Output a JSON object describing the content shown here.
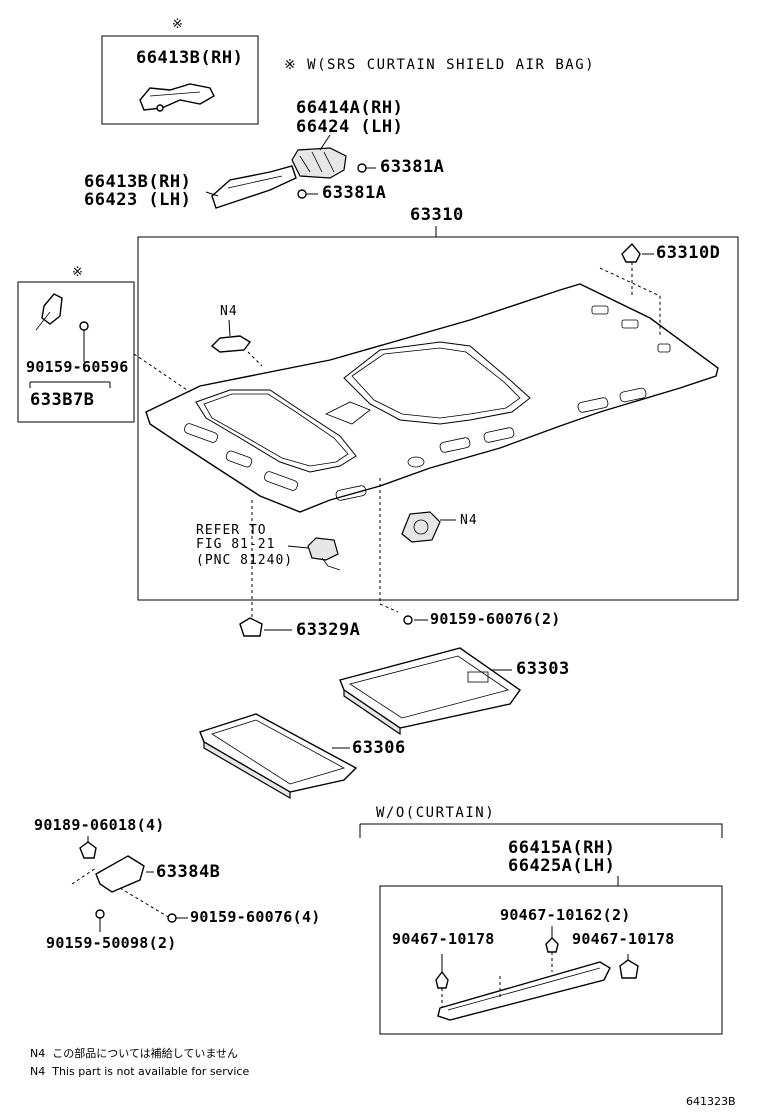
{
  "note_symbol": "※",
  "legend_w": "※ W(SRS CURTAIN SHIELD AIR BAG)",
  "legend_wo": "W/O(CURTAIN)",
  "labels": {
    "p66413B_rh_top": "66413B(RH)",
    "p66414A": "66414A(RH)",
    "p66424": "66424 (LH)",
    "p63381A_1": "63381A",
    "p63381A_2": "63381A",
    "p66413B_rh": "66413B(RH)",
    "p66423": "66423 (LH)",
    "p63310": "63310",
    "p63310D": "63310D",
    "n4_a": "N4",
    "n4_b": "N4",
    "p90159_60596": "90159-60596",
    "p633B7B": "633B7B",
    "refer_1": "REFER TO",
    "refer_2": "FIG 81-21",
    "refer_3": "(PNC 81240)",
    "p63329A": "63329A",
    "p90159_60076_2": "90159-60076(2)",
    "p63303": "63303",
    "p63306": "63306",
    "p90189_06018": "90189-06018(4)",
    "p63384B": "63384B",
    "p90159_60076_4": "90159-60076(4)",
    "p90159_50098": "90159-50098(2)",
    "p66415A": "66415A(RH)",
    "p66425A": "66425A(LH)",
    "p90467_10162": "90467-10162(2)",
    "p90467_10178_l": "90467-10178",
    "p90467_10178_r": "90467-10178"
  },
  "footnotes": {
    "jp": "N4  この部品については補給していません",
    "en": "N4  This part is not available for service"
  },
  "figure_id": "641323B"
}
